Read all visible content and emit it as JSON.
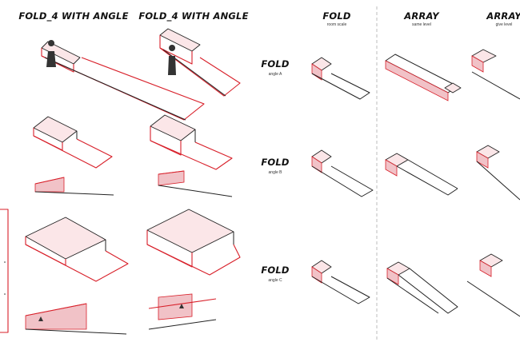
{
  "columns": [
    {
      "title": "FOLD_4 WITH ANGLE",
      "subtitle": ""
    },
    {
      "title": "FOLD_4 WITH ANGLE",
      "subtitle": ""
    },
    {
      "title": "FOLD",
      "subtitle": "room scale"
    },
    {
      "title": "ARRAY",
      "subtitle": "same level"
    },
    {
      "title": "ARRAY",
      "subtitle": "give level"
    }
  ],
  "rows": [
    {
      "title": "FOLD",
      "subtitle": "angle A"
    },
    {
      "title": "FOLD",
      "subtitle": "angle B"
    },
    {
      "title": "FOLD",
      "subtitle": "angle C"
    }
  ],
  "colors": {
    "accent": "#d8202a",
    "fill": "#f6d9dc",
    "line": "#222222",
    "divider": "#bdbdbd"
  }
}
